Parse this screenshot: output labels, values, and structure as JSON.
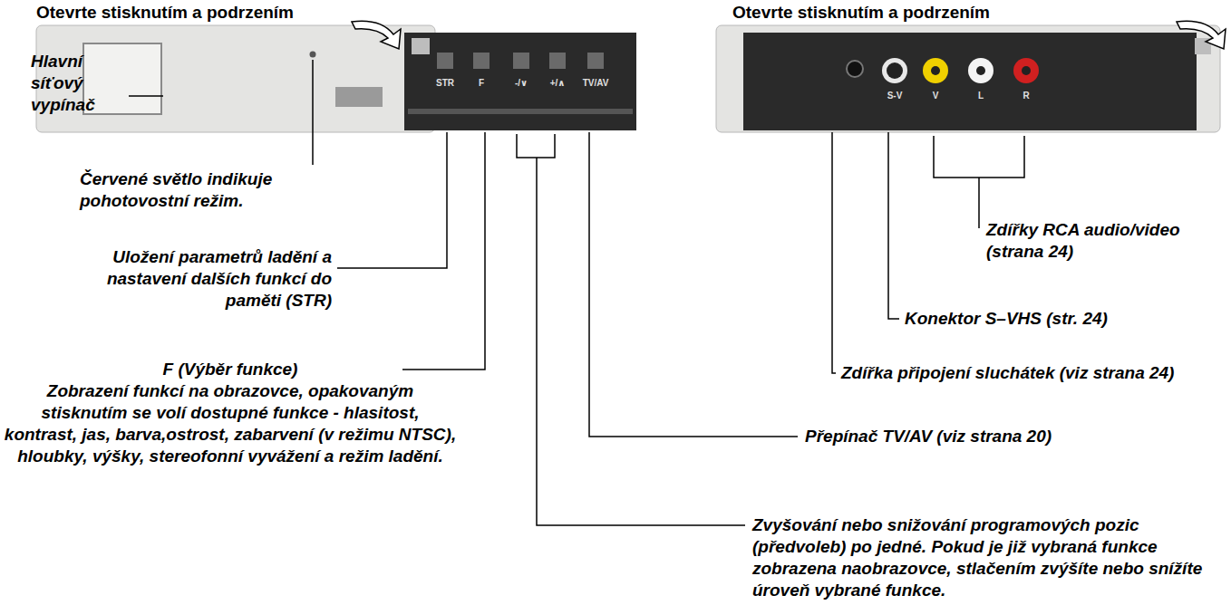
{
  "diagram": {
    "labels": [
      "Otevrte stisknutím a podrzením",
      "Otevrte stisknutím a podrzením",
      "Hlavní síťový vypínač",
      "Červené světlo indikuje pohotovostní režim.",
      "Uložení parametrů ladění a nastavení dalších funkcí do paměti (STR)",
      "F (Výběr funkce)",
      "Zobrazení funkcí na obrazovce, opakovaným stisknutím se volí dostupné funkce - hlasitost, kontrast, jas, barva,ostrost, zabarvení (v režimu NTSC), hloubky, výšky, stereofonní vyvážení a režim ladění.",
      "Zvyšování nebo snižování programových pozic (předvoleb) po jedné. Pokud je již vybraná funkce zobrazena naobrazovce, stlačením zvýšíte nebo snížíte úroveň vybrané funkce.",
      "Přepínač TV/AV (viz strana 20)",
      "Zdířky RCA audio/video (strana 24)",
      "Konektor S–VHS (str. 24)",
      "Zdířka připojení sluchátek (viz strana 24)",
      "STR",
      "F",
      "-/∨",
      "+/∧",
      "TV/AV",
      "S-V",
      "V",
      "L",
      "R"
    ]
  }
}
